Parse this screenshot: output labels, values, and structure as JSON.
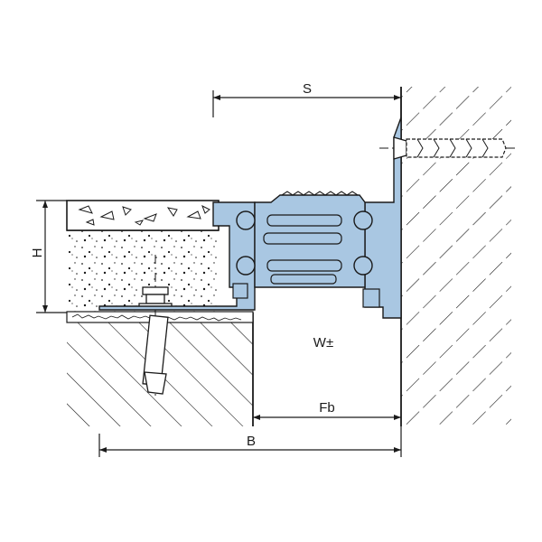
{
  "diagram": {
    "labels": {
      "s": "S",
      "h": "H",
      "w": "W±",
      "fb": "Fb",
      "b": "B"
    },
    "colors": {
      "profile": "#a9c7e2",
      "line": "#1a1a1a",
      "background": "#ffffff"
    }
  }
}
